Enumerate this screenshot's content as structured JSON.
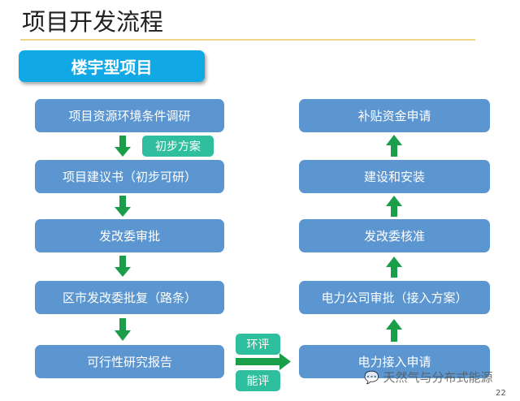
{
  "title": "项目开发流程",
  "header": "楼宇型项目",
  "left_steps": [
    "项目资源环境条件调研",
    "项目建议书（初步可研）",
    "发改委审批",
    "区市发改委批复（路条）",
    "可行性研究报告"
  ],
  "right_steps": [
    "补贴资金申请",
    "建设和安装",
    "发改委核准",
    "电力公司审批（接入方案）",
    "电力接入申请"
  ],
  "tags": {
    "preliminary": "初步方案",
    "env": "环评",
    "energy": "能评"
  },
  "watermark": "天然气与分布式能源",
  "page_number": "22",
  "colors": {
    "box": "#5b96d1",
    "header": "#10a9e6",
    "arrow": "#1a9e4a",
    "tag": "#2fbf9f"
  }
}
